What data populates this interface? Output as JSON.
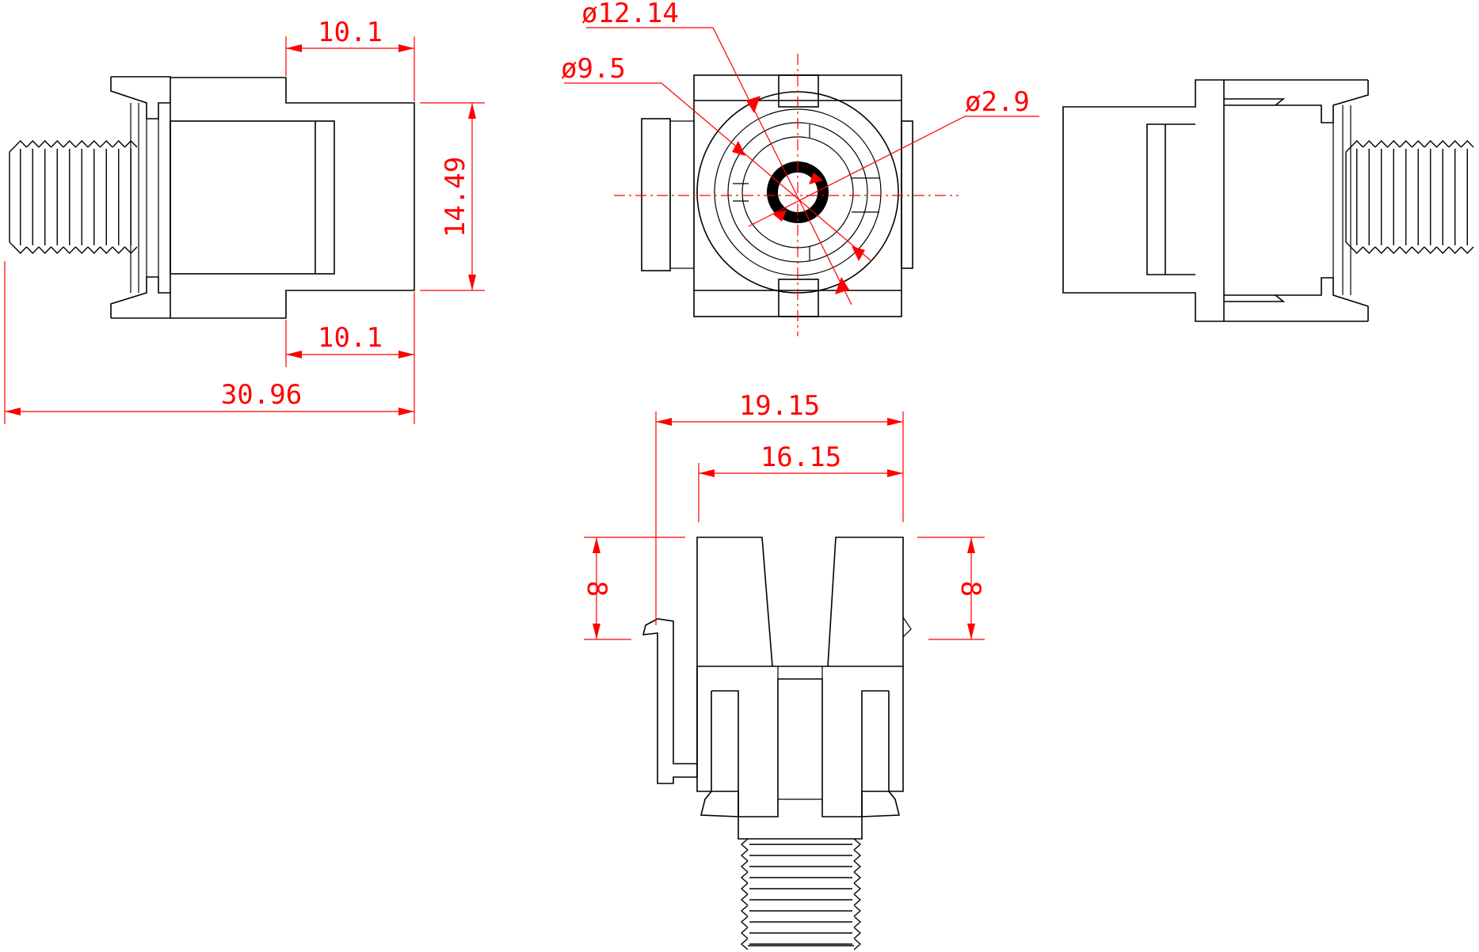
{
  "colors": {
    "outline": "#000000",
    "dimension": "#ff0000",
    "background": "#ffffff"
  },
  "dimensions": {
    "left_top_width": "10.1",
    "left_bottom_width": "10.1",
    "left_height": "14.49",
    "overall_length": "30.96",
    "dia_outer": "ø12.14",
    "dia_inner": "ø9.5",
    "dia_center": "ø2.9",
    "bottom_width_overall": "19.15",
    "bottom_width_body": "16.15",
    "bottom_left_height": "8",
    "bottom_right_height": "8"
  }
}
